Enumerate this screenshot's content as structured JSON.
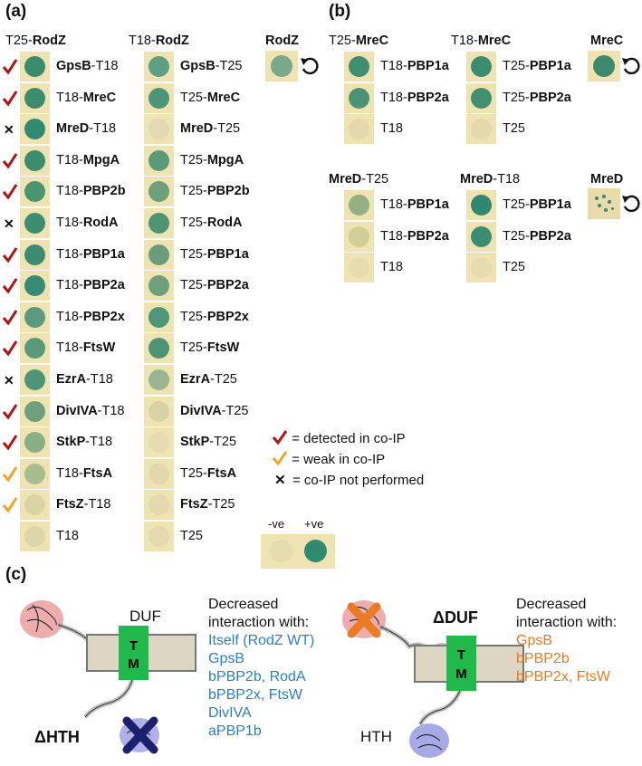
{
  "panels": {
    "a": "(a)",
    "b": "(b)",
    "c": "(c)"
  },
  "panel_a": {
    "col1_header": {
      "pre": "T25-",
      "bold": "RodZ"
    },
    "col2_header": {
      "pre": "T18-",
      "bold": "RodZ"
    },
    "self_header": "RodZ",
    "rows": [
      {
        "mark": "detected",
        "c1": {
          "b": "GpsB",
          "t": "-T18"
        },
        "c1_color": "#3a8c6f",
        "c2": {
          "b": "GpsB",
          "t": "-T25"
        },
        "c2_color": "#5f9f86"
      },
      {
        "mark": "detected",
        "c1": {
          "t": "T18-",
          "b": "MreC"
        },
        "c1_color": "#3b8d6e",
        "c2": {
          "t": "T25-",
          "b": "MreC"
        },
        "c2_color": "#4d9578"
      },
      {
        "mark": "not_performed",
        "c1": {
          "b": "MreD",
          "t": "-T18"
        },
        "c1_color": "#2f8a70",
        "c2": {
          "b": "MreD",
          "t": "-T25"
        },
        "c2_color": "#e0d9b4"
      },
      {
        "mark": "detected",
        "c1": {
          "t": "T18-",
          "b": "MpgA"
        },
        "c1_color": "#3a8d6d",
        "c2": {
          "t": "T25-",
          "b": "MpgA"
        },
        "c2_color": "#5b9a78"
      },
      {
        "mark": "detected",
        "c1": {
          "t": "T18-",
          "b": "PBP2b"
        },
        "c1_color": "#4a946f",
        "c2": {
          "t": "T25-",
          "b": "PBP2b"
        },
        "c2_color": "#6ea07a"
      },
      {
        "mark": "not_performed",
        "c1": {
          "t": "T18-",
          "b": "RodA"
        },
        "c1_color": "#3d8e70",
        "c2": {
          "t": "T25-",
          "b": "RodA"
        },
        "c2_color": "#4e9374"
      },
      {
        "mark": "detected",
        "c1": {
          "t": "T18-",
          "b": "PBP1a"
        },
        "c1_color": "#3c8b72",
        "c2": {
          "t": "T25-",
          "b": "PBP1a"
        },
        "c2_color": "#6a9d7b"
      },
      {
        "mark": "detected",
        "c1": {
          "t": "T18-",
          "b": "PBP2a"
        },
        "c1_color": "#378a73",
        "c2": {
          "t": "T25-",
          "b": "PBP2a"
        },
        "c2_color": "#6fa07c"
      },
      {
        "mark": "detected",
        "c1": {
          "t": "T18-",
          "b": "PBP2x"
        },
        "c1_color": "#5c9a80",
        "c2": {
          "t": "T25-",
          "b": "PBP2x"
        },
        "c2_color": "#4e9679"
      },
      {
        "mark": "detected",
        "c1": {
          "t": "T18-",
          "b": "FtsW"
        },
        "c1_color": "#5a9a7a",
        "c2": {
          "t": "T25-",
          "b": "FtsW"
        },
        "c2_color": "#4f9374"
      },
      {
        "mark": "not_performed",
        "c1": {
          "b": "EzrA",
          "t": "-T18"
        },
        "c1_color": "#4e9478",
        "c2": {
          "b": "EzrA",
          "t": "-T25"
        },
        "c2_color": "#9bb593"
      },
      {
        "mark": "detected",
        "c1": {
          "b": "DivIVA",
          "t": "-T18"
        },
        "c1_color": "#6da07b",
        "c2": {
          "b": "DivIVA",
          "t": "-T25"
        },
        "c2_color": "#d7d3a5"
      },
      {
        "mark": "detected",
        "c1": {
          "b": "StkP",
          "t": "-T18"
        },
        "c1_color": "#8aaf86",
        "c2": {
          "b": "StkP",
          "t": "-T25"
        },
        "c2_color": "#e5dcb2"
      },
      {
        "mark": "weak",
        "c1": {
          "t": "T18-",
          "b": "FtsA"
        },
        "c1_color": "#a7bd8d",
        "c2": {
          "t": "T25-",
          "b": "FtsA"
        },
        "c2_color": "#e2d8ad"
      },
      {
        "mark": "weak",
        "c1": {
          "b": "FtsZ",
          "t": "-T18"
        },
        "c1_color": "#dcd3a4",
        "c2": {
          "b": "FtsZ",
          "t": "-T25"
        },
        "c2_color": "#e3d9af"
      },
      {
        "mark": "",
        "c1": {
          "t": "T18"
        },
        "c1_color": "#ddd6aa",
        "c2": {
          "t": "T25"
        },
        "c2_color": "#e3dab0"
      }
    ]
  },
  "panel_b": {
    "group1": {
      "col1_header": {
        "pre": "T25-",
        "bold": "MreC"
      },
      "col2_header": {
        "pre": "T18-",
        "bold": "MreC"
      },
      "self_header": "MreC",
      "rows": [
        {
          "c1": {
            "t": "T18-",
            "b": "PBP1a"
          },
          "c1_color": "#3f8e72",
          "c2": {
            "t": "T25-",
            "b": "PBP1a"
          },
          "c2_color": "#3c8c70"
        },
        {
          "c1": {
            "t": "T18-",
            "b": "PBP2a"
          },
          "c1_color": "#4a9375",
          "c2": {
            "t": "T25-",
            "b": "PBP2a"
          },
          "c2_color": "#438f72"
        },
        {
          "c1": {
            "t": "T18"
          },
          "c1_color": "#e3d9ad",
          "c2": {
            "t": "T25"
          },
          "c2_color": "#e3d9ad"
        }
      ]
    },
    "group2": {
      "col1_header": {
        "bold": "MreD",
        "post": "-T25"
      },
      "col2_header": {
        "bold": "MreD",
        "post": "-T18"
      },
      "self_header": "MreD",
      "rows": [
        {
          "c1": {
            "t": "T18-",
            "b": "PBP1a"
          },
          "c1_color": "#94b084",
          "c2": {
            "t": "T25-",
            "b": "PBP1a"
          },
          "c2_color": "#2f876f"
        },
        {
          "c1": {
            "t": "T18-",
            "b": "PBP2a"
          },
          "c1_color": "#d1cd96",
          "c2": {
            "t": "T25-",
            "b": "PBP2a"
          },
          "c2_color": "#3a8c72"
        },
        {
          "c1": {
            "t": "T18"
          },
          "c1_color": "#e6dcb0",
          "c2": {
            "t": "T25"
          },
          "c2_color": "#e6dcb0"
        }
      ]
    }
  },
  "legend": {
    "detected": "= detected in co-IP",
    "weak": "= weak in co-IP",
    "not_performed": "= co-IP not performed",
    "neg": "-ve",
    "pos": "+ve"
  },
  "colors": {
    "detected": "#b01515",
    "weak": "#f0a52a",
    "not_performed": "#111111",
    "plate": "#efe3b2",
    "membrane": "#ddd6c2",
    "tm": "#1fba4b",
    "blue_text": "#2b7fc5",
    "orange_text": "#e87b23",
    "duf_domain": "#e06a6a",
    "hth_domain": "#6b6fd2",
    "x_dark": "#1c1f6e",
    "x_orange": "#e87b23"
  },
  "panel_c": {
    "left": {
      "duf_label": "DUF",
      "hth_label": "ΔHTH",
      "tm_letters": [
        "T",
        "M"
      ],
      "caption_head": [
        "Decreased",
        "interaction with:"
      ],
      "items": [
        "Itself (RodZ WT)",
        "GpsB",
        "bPBP2b, RodA",
        "bPBP2x, FtsW",
        "DivIVA",
        "aPBP1b"
      ]
    },
    "right": {
      "duf_label": "ΔDUF",
      "hth_label": "HTH",
      "tm_letters": [
        "T",
        "M"
      ],
      "caption_head": [
        "Decreased",
        "interaction with:"
      ],
      "items": [
        "GpsB",
        "bPBP2b",
        "bPBP2x, FtsW"
      ]
    }
  }
}
